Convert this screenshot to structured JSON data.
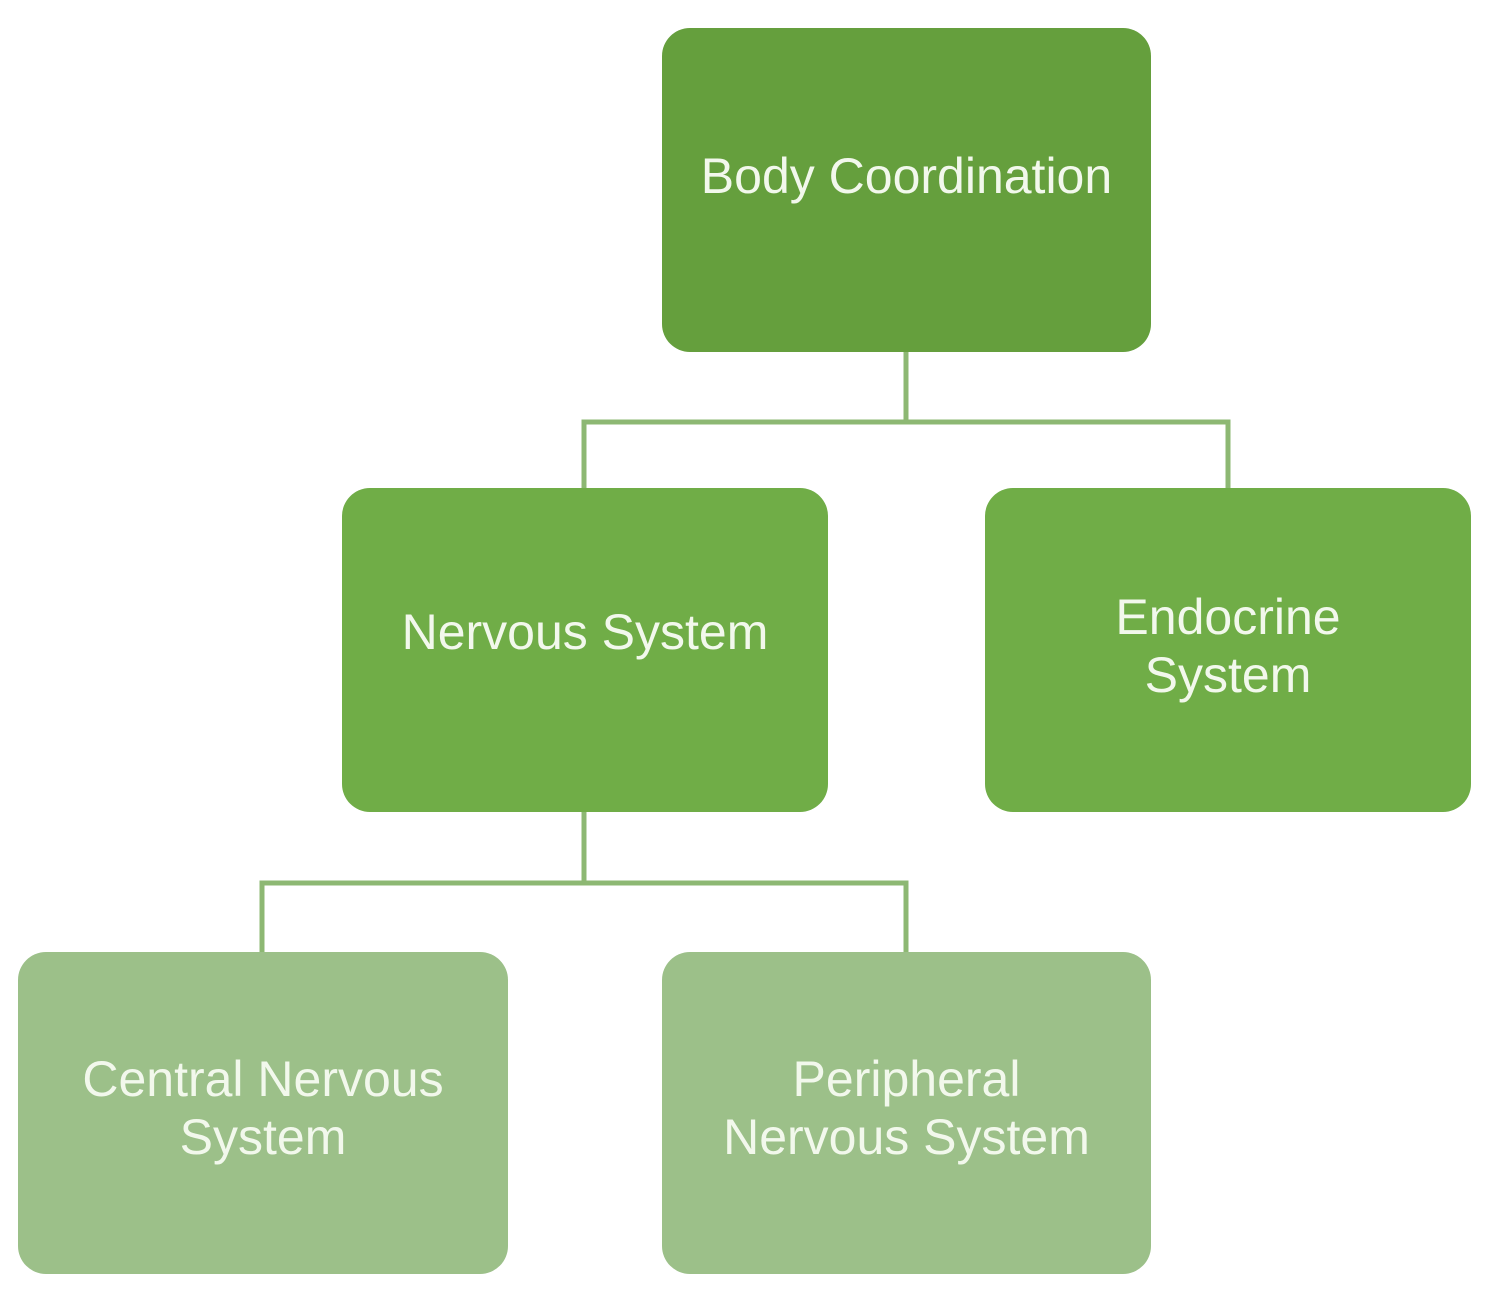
{
  "diagram": {
    "colors": {
      "level_0": "#659f3d",
      "level_1": "#70ad47",
      "level_2": "#9cc089",
      "connector": "#8db873",
      "text": "#f2f8ec"
    },
    "nodes": {
      "root": {
        "label": "Body Coordination"
      },
      "nervous": {
        "label": "Nervous System"
      },
      "endocrine": {
        "label": "Endocrine System"
      },
      "central": {
        "label": "Central Nervous System"
      },
      "peripheral": {
        "label": "Peripheral Nervous System"
      }
    },
    "edges": [
      {
        "from": "Body Coordination",
        "to": "Nervous System"
      },
      {
        "from": "Body Coordination",
        "to": "Endocrine System"
      },
      {
        "from": "Nervous System",
        "to": "Central Nervous System"
      },
      {
        "from": "Nervous System",
        "to": "Peripheral Nervous System"
      }
    ]
  }
}
